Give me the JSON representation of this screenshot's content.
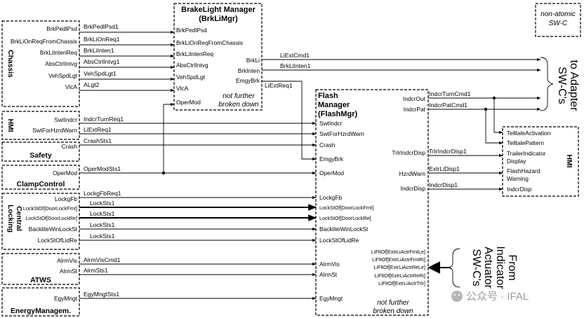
{
  "blocks": {
    "brake_title1": "BrakeLight Manager",
    "brake_title2": "(BrkLiMgr)",
    "brake_note1": "not further",
    "brake_note2": "broken down",
    "flash_title1": "Flash",
    "flash_title2": "Manager",
    "flash_title3": "(FlashMgr)",
    "flash_note1": "not further",
    "flash_note2": "broken down",
    "nonatomic1": "non-atomic",
    "nonatomic2": "SW-C",
    "chassis": "Chassis",
    "hmi_left": "HMI",
    "safety": "Safety",
    "clamp": "ClampControl",
    "central1": "Central",
    "central2": "Locking",
    "atws": "ATWS",
    "energy": "EnergyManagem.",
    "hmi_right": "HMI"
  },
  "side_labels": {
    "to1": "to Adapter",
    "to2": "SW-C's",
    "from1": "From",
    "from2": "Indicator",
    "from3": "Actuator",
    "from4": "SW-C's"
  },
  "watermark": "公众号 · IFAL",
  "chassis_ports": [
    "BrkPedlPsd",
    "BrkLiOnReqFromChassis",
    "BrkLiIntenReq",
    "AbsCtrlIntvg",
    "VehSpdLgt",
    "VlcA"
  ],
  "chassis_signals": [
    "BrkPedlPsd1",
    "BrkLiOnReq1",
    "BrkLiInten1",
    "AbsCtrlIntvg1",
    "VehSpdLgt1",
    "ALgt2"
  ],
  "brake_in_ports": [
    "BrkPedlPsd",
    "BrkLiOnReqFromChassis",
    "BrkLiIntenReq",
    "AbsCtrlIntvg",
    "VehSpdLgt",
    "VlcA",
    "OperMod"
  ],
  "brake_out_ports": [
    "BrkLi",
    "BrkInten",
    "EmgyBrk"
  ],
  "brake_out_signals": [
    "LiExtCmd1",
    "BrkLiInten1",
    "LiExtReq1"
  ],
  "hmi_ports": [
    "SwtIndcr",
    "SwtForHzrdWarn"
  ],
  "hmi_signals": [
    "IndcrTurnReq1",
    "LiExtReq1"
  ],
  "safety_port": "Crash",
  "safety_signal": "CrashSts1",
  "clamp_port": "OperMod",
  "clamp_signal": "OperModSts1",
  "central_ports": [
    "LockgFb",
    "LockStOf[DoorLockFrnt]",
    "LockStOf[DoorLockRe]",
    "BackliteWinLockSt",
    "LockStOfLidRe"
  ],
  "central_signals": [
    "LockgFbReq1",
    "LockSts1",
    "LockSts1",
    "LockSts1",
    "LockSts1"
  ],
  "atws_ports": [
    "AlrmVis",
    "AlrmSt"
  ],
  "atws_signals": [
    "AlrmVisCmd1",
    "AlrmSts1"
  ],
  "energy_port": "EgyMngt",
  "energy_signal": "EgyMngtSts1",
  "flash_in_ports": [
    "SwtIndcr",
    "SwtForHzrdWarn",
    "Crash",
    "EmgyBrk",
    "OperMod",
    "LockgFb",
    "LockStOf[DoorLockFrnt]",
    "LockStOf[DoorLockRe]",
    "BackliteWinLockSt",
    "LockStOfLidRe",
    "AlrmVis",
    "AlrmSt",
    "EgyMngt"
  ],
  "flash_out_ports": [
    "IndcrOut",
    "IndcrPat",
    "TrlrIndcrDisp",
    "HzrdWarn",
    "IndcrDisp"
  ],
  "flash_out_signals": [
    "IndcrTurnCmd1",
    "IndcrPatCmd1",
    "TrlrIndcrDisp1",
    "ExtrLiDisp1",
    "IndcrDisp1"
  ],
  "flash_fb_ports": [
    "LiFltOf[ExtrLiActrFrntLe]",
    "LiFltOf[ExtrLiActrFrntRi]",
    "LiFltOf[ExtrLiActrReLe]",
    "LiFltOf[ExtrLiActrReRi]",
    "LiFltOf[ExtrLiActrTrlr]"
  ],
  "hmi_right_ports": [
    "TelltaleActivation",
    "TelltalePattern",
    "TrailerIndicator",
    "Display",
    "FlashHazard",
    "Warning",
    "IndcrDisp"
  ]
}
